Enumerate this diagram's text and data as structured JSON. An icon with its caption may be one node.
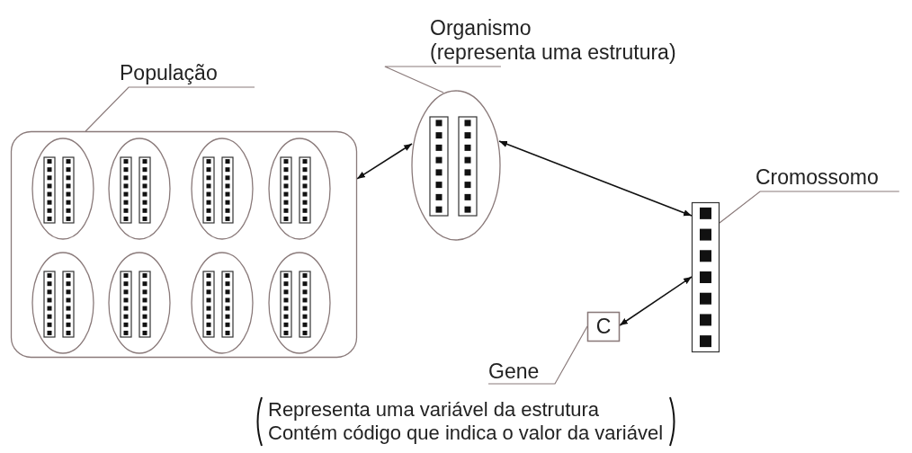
{
  "diagram": {
    "nodes": [
      {
        "text": [
          "População"
        ]
      },
      {
        "text": [],
        "shape": "box"
      },
      {
        "text": [],
        "shape": "circle",
        "in": 1
      },
      {
        "text": [],
        "shape": "circle",
        "in": 1
      },
      {
        "text": [],
        "shape": "circle",
        "in": 1
      },
      {
        "text": [],
        "shape": "circle",
        "in": 1
      },
      {
        "text": [],
        "shape": "circle",
        "in": 1
      },
      {
        "text": [],
        "shape": "circle",
        "in": 1
      },
      {
        "text": [],
        "shape": "circle",
        "in": 1
      },
      {
        "text": [],
        "shape": "circle",
        "in": 1
      },
      {
        "text": [
          "Organismo",
          "(representa uma estrutura)"
        ]
      },
      {
        "text": [],
        "shape": "circle"
      },
      {
        "text": [
          "Cromossomo"
        ]
      },
      {
        "text": [],
        "shape": "bar"
      },
      {
        "text": [
          "Gene"
        ]
      },
      {
        "text": [
          "C"
        ]
      }
    ],
    "edges": [
      {
        "from": 0,
        "to": 1,
        "arrow": "none"
      },
      {
        "from": 10,
        "to": 11,
        "arrow": "none"
      },
      {
        "from": 12,
        "to": 13,
        "arrow": "none"
      },
      {
        "from": 14,
        "to": 15,
        "arrow": "none"
      },
      {
        "from": 1,
        "to": 11,
        "arrow": "both",
        "color": "#111111"
      },
      {
        "from": 11,
        "to": 13,
        "arrow": "both",
        "color": "#111111"
      },
      {
        "from": 15,
        "to": 13,
        "arrow": "both",
        "color": "#111111"
      }
    ],
    "labels": [
      "Representa uma variável da estrutura Contém código que indica o valor da variável"
    ]
  }
}
